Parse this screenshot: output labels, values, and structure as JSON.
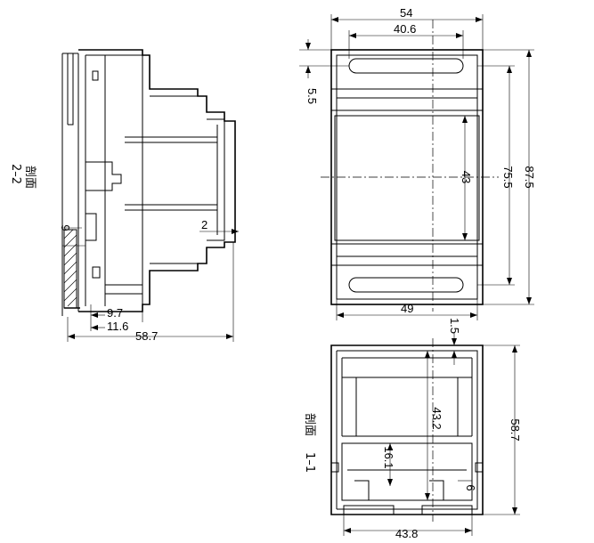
{
  "dimensions": {
    "front_width": "54",
    "front_slot_width": "40.6",
    "front_offset": "5.5",
    "front_window_height": "43",
    "front_inner_height": "75.5",
    "front_total_height": "87.5",
    "front_bottom_width": "49",
    "side_wall": "2",
    "side_small": "6",
    "side_rail_a": "9.7",
    "side_rail_b": "11.6",
    "side_depth": "58.7",
    "bottom_wall": "1.5",
    "bottom_inner_height": "43.2",
    "bottom_step": "16.1",
    "bottom_small": "6",
    "bottom_total_height": "58.7",
    "bottom_width": "43.8"
  },
  "labels": {
    "section_22_title": "剖面",
    "section_22_number": "2–2",
    "section_11_title": "剖面",
    "section_11_number": "1–1"
  }
}
